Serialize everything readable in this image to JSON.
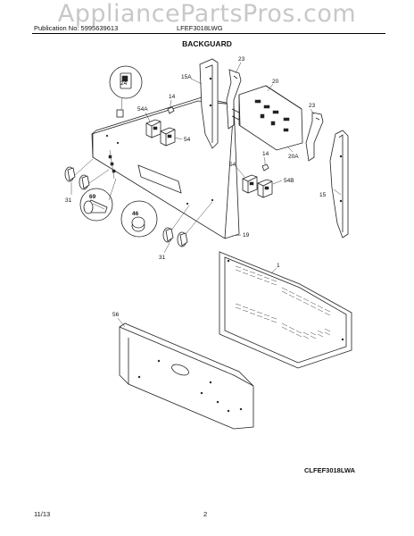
{
  "header": {
    "watermark": "AppliancePartsPros.com",
    "publication": "Publication No: 5995639613",
    "model": "LFEF3018LWG",
    "section": "BACKGUARD"
  },
  "callouts": {
    "p1": "1",
    "p14a": "14",
    "p14b": "14",
    "p15": "15",
    "p15a": "15A",
    "p19": "19",
    "p20": "20",
    "p20a": "20A",
    "p23a": "23",
    "p23b": "23",
    "p24": "24",
    "p31a": "31",
    "p31b": "31",
    "p46": "46",
    "p54a": "54",
    "p54b": "54",
    "p54A": "54A",
    "p54B": "54B",
    "p56": "56",
    "p69": "69"
  },
  "footer": {
    "figure_code": "CLFEF3018LWA",
    "date": "11/13",
    "page": "2"
  }
}
